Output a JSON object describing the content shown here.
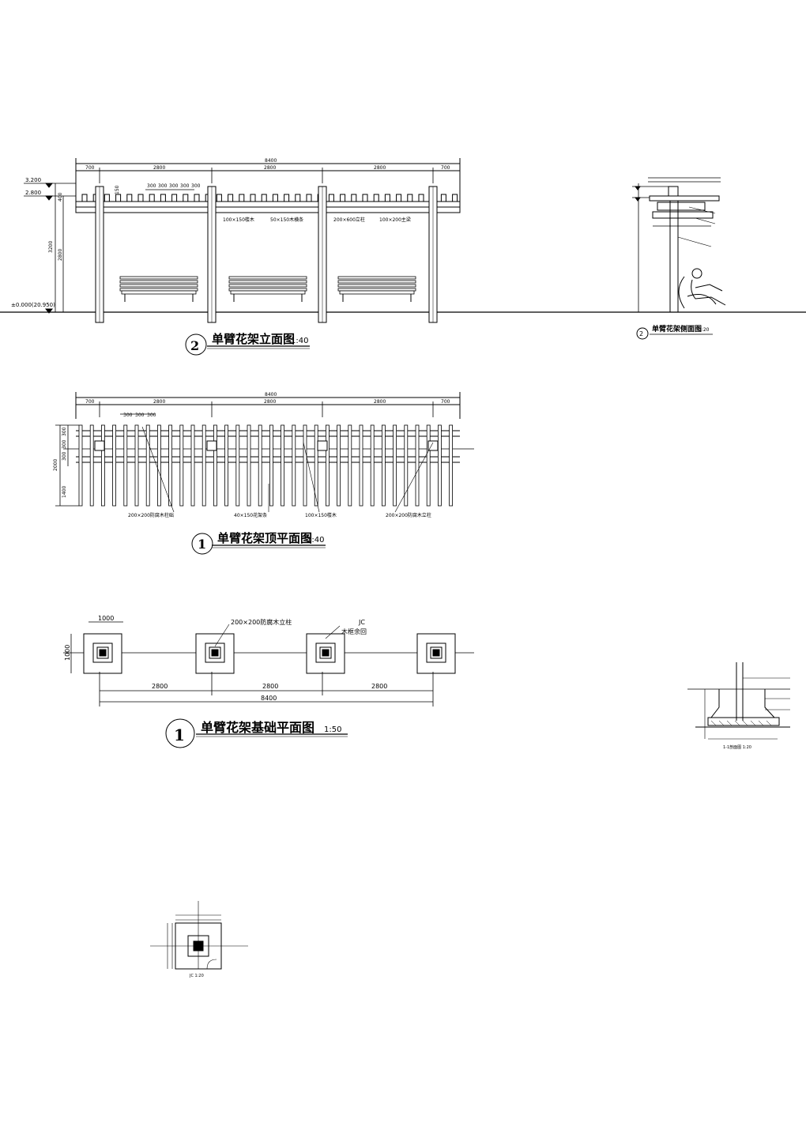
{
  "elevation": {
    "title": "单臂花架立面图",
    "scale": "1:40",
    "number": "2",
    "total_dim": "8400",
    "seg_dims": [
      "700",
      "2800",
      "2800",
      "2800",
      "700"
    ],
    "rafter_dims": [
      "300",
      "300",
      "300",
      "300",
      "300"
    ],
    "level_top": "3.200",
    "level_beam": "2.800",
    "level_ground": "±0.000(20.950)",
    "height_left": "3200",
    "height_mid": "2800",
    "height_top": "400",
    "small_dim": "150",
    "labels": [
      "100×150楼木",
      "50×150木横条",
      "200×600立柱",
      "100×200主梁"
    ]
  },
  "section": {
    "title": "单臂花架侧面图",
    "scale": "1:20",
    "number": "2"
  },
  "roof_plan": {
    "title": "单臂花架顶平面图",
    "scale": "1:40",
    "number": "1",
    "total_dim": "8400",
    "seg_dims": [
      "700",
      "2800",
      "2800",
      "2800",
      "700"
    ],
    "rafter_dims": [
      "300",
      "300",
      "300"
    ],
    "left_dims": [
      "300",
      "300",
      "300"
    ],
    "left_total": "2000",
    "left_lower": "1400",
    "labels": [
      "200×200防腐木柱础",
      "40×150花架条",
      "100×150楼木",
      "200×200防腐木立柱"
    ]
  },
  "foundation": {
    "title": "单臂花架基础平面图",
    "scale": "1:50",
    "number": "1",
    "footing_w": "1000",
    "footing_h": "1000",
    "spacing": [
      "2800",
      "2800",
      "2800"
    ],
    "total": "8400",
    "label_post": "200×200防腐木立柱",
    "label_jc": "JC",
    "label_pit": "木框余回"
  },
  "detail_section": {
    "caption": "1-1剖面图 1:20"
  },
  "detail_plan": {
    "caption": "JC 1:20"
  }
}
